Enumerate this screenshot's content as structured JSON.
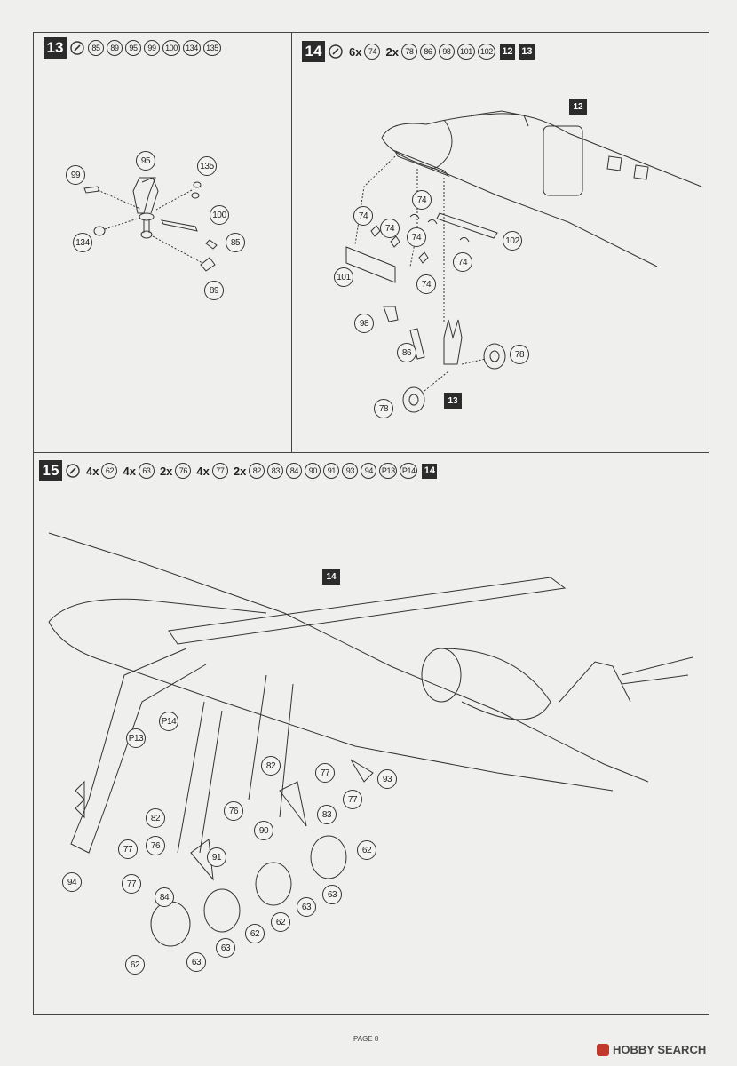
{
  "steps": [
    {
      "number": "13",
      "glue_icon": "glue-brush-icon",
      "chips": [
        {
          "qty": "",
          "part": "85"
        },
        {
          "qty": "",
          "part": "89"
        },
        {
          "qty": "",
          "part": "95"
        },
        {
          "qty": "",
          "part": "99"
        },
        {
          "qty": "",
          "part": "100"
        },
        {
          "qty": "",
          "part": "134"
        },
        {
          "qty": "",
          "part": "135"
        }
      ],
      "refs": [],
      "callouts": [
        "99",
        "95",
        "135",
        "100",
        "134",
        "85",
        "89"
      ]
    },
    {
      "number": "14",
      "glue_icon": "glue-brush-icon",
      "chips": [
        {
          "qty": "6x",
          "part": "74"
        },
        {
          "qty": "2x",
          "part": "78"
        },
        {
          "qty": "",
          "part": "86"
        },
        {
          "qty": "",
          "part": "98"
        },
        {
          "qty": "",
          "part": "101"
        },
        {
          "qty": "",
          "part": "102"
        }
      ],
      "refs": [
        "12",
        "13"
      ],
      "callouts": [
        "74",
        "74",
        "74",
        "74",
        "74",
        "74",
        "102",
        "101",
        "98",
        "86",
        "78",
        "78"
      ],
      "sub_refs": [
        "12",
        "13"
      ]
    },
    {
      "number": "15",
      "glue_icon": "glue-brush-icon",
      "chips": [
        {
          "qty": "4x",
          "part": "62"
        },
        {
          "qty": "4x",
          "part": "63"
        },
        {
          "qty": "2x",
          "part": "76"
        },
        {
          "qty": "4x",
          "part": "77"
        },
        {
          "qty": "2x",
          "part": "82"
        },
        {
          "qty": "",
          "part": "83"
        },
        {
          "qty": "",
          "part": "84"
        },
        {
          "qty": "",
          "part": "90"
        },
        {
          "qty": "",
          "part": "91"
        },
        {
          "qty": "",
          "part": "93"
        },
        {
          "qty": "",
          "part": "94"
        },
        {
          "qty": "",
          "part": "P13"
        },
        {
          "qty": "",
          "part": "P14"
        }
      ],
      "refs": [
        "14"
      ],
      "callouts": [
        "P14",
        "P13",
        "82",
        "77",
        "93",
        "77",
        "83",
        "76",
        "90",
        "82",
        "76",
        "91",
        "77",
        "77",
        "84",
        "94",
        "62",
        "63",
        "63",
        "62",
        "62",
        "63",
        "62",
        "63"
      ],
      "sub_refs": [
        "14"
      ]
    }
  ],
  "footer": {
    "page": "PAGE 8"
  },
  "watermark": {
    "brand": "HOBBY SEARCH",
    "icon": "hobby-search-logo-icon",
    "brand_color": "#c0392b"
  }
}
